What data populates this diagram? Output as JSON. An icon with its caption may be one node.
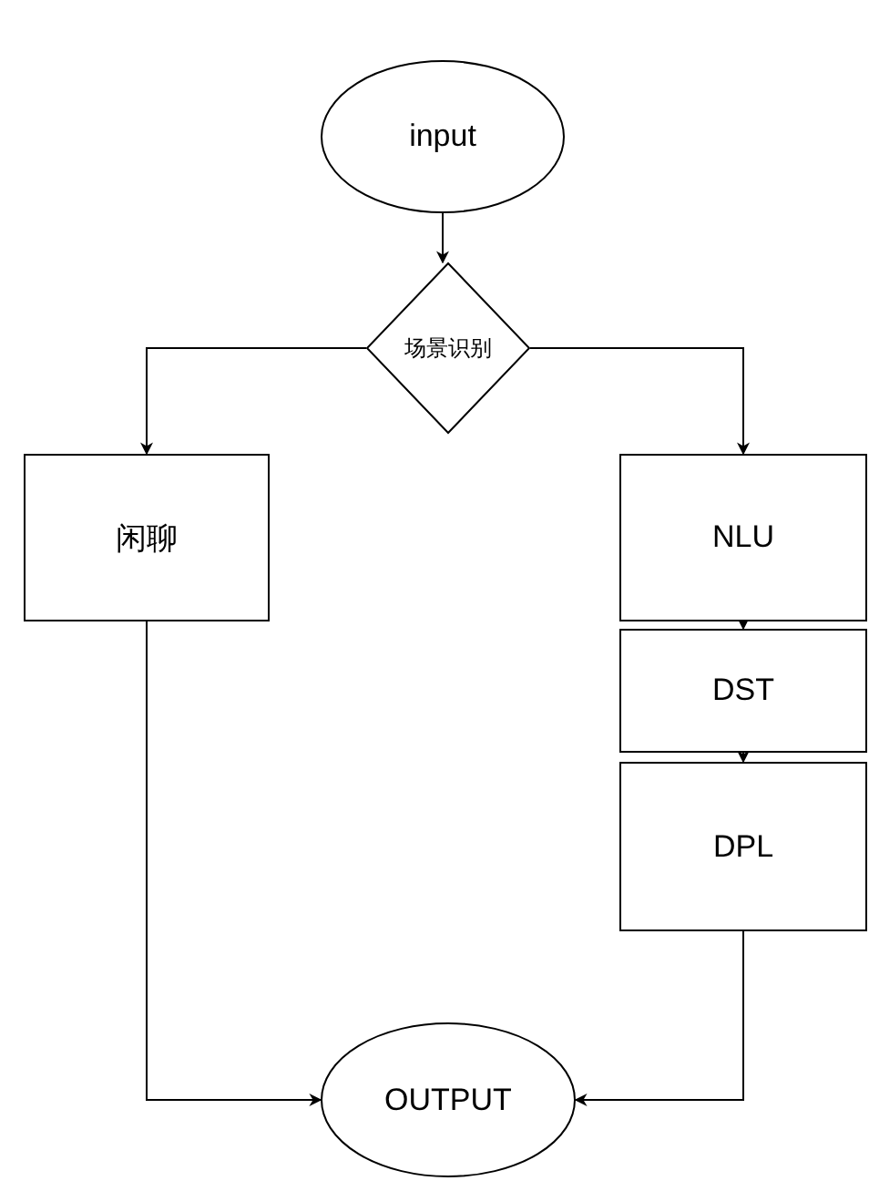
{
  "diagram": {
    "nodes": [
      {
        "text": [
          "input"
        ]
      },
      {
        "text": [
          "场景识别"
        ]
      },
      {
        "text": [
          "闲聊"
        ]
      },
      {
        "text": [
          "NLU"
        ]
      },
      {
        "text": [
          "DST"
        ]
      },
      {
        "text": [
          "DPL"
        ]
      },
      {
        "text": [
          "OUTPUT"
        ]
      }
    ],
    "edges": [
      {
        "from": 0,
        "to": 1,
        "arrow": "to"
      },
      {
        "from": 1,
        "to": 2,
        "arrow": "to"
      },
      {
        "from": 1,
        "to": 3,
        "arrow": "to"
      },
      {
        "from": 3,
        "to": 4,
        "arrow": "to"
      },
      {
        "from": 4,
        "to": 5,
        "arrow": "to"
      },
      {
        "from": 2,
        "to": 6,
        "arrow": "to"
      },
      {
        "from": 5,
        "to": 6,
        "arrow": "to"
      }
    ]
  }
}
